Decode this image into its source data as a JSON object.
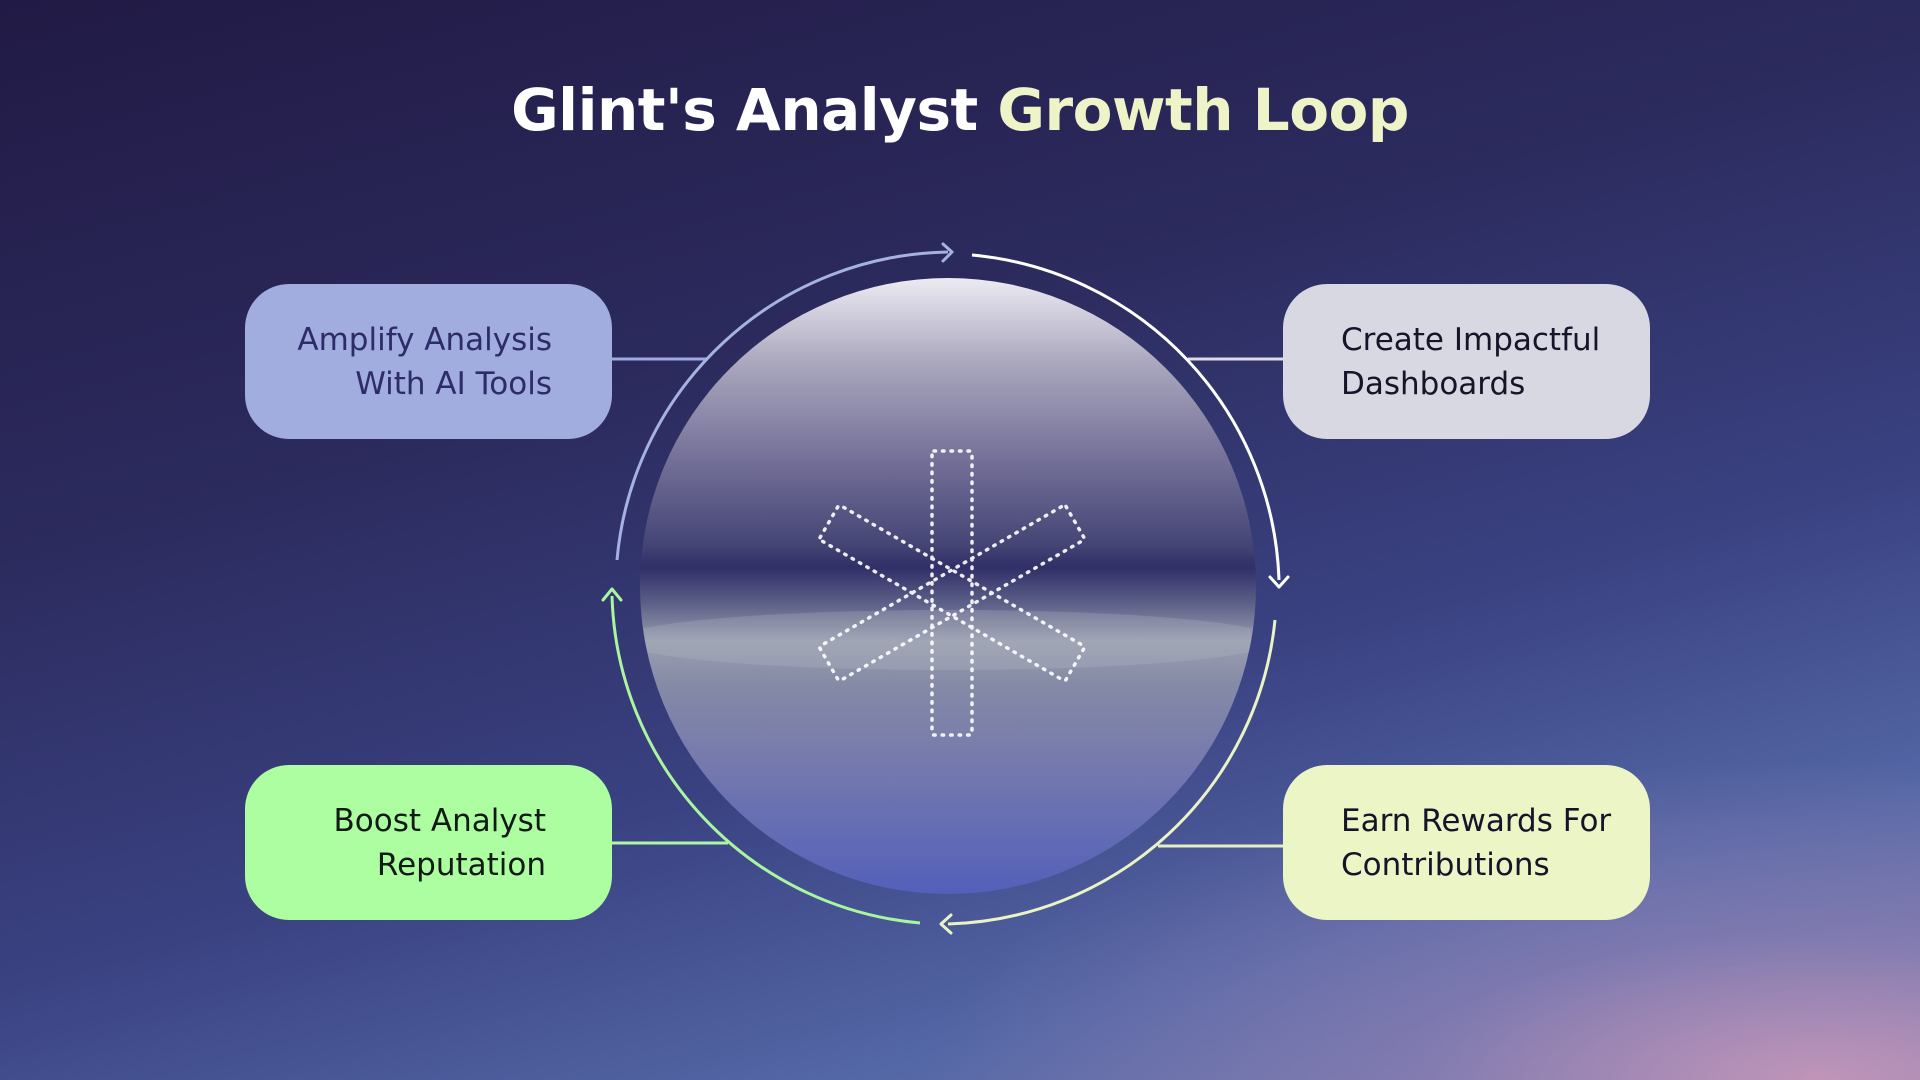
{
  "title": {
    "part1": "Glint's Analyst ",
    "part2": "Growth Loop"
  },
  "colors": {
    "accent_title": "#eef3c8",
    "amplify_card": "#a1addf",
    "create_card": "#d8d8e3",
    "boost_card": "#acfea1",
    "earn_card": "#ebf5c6"
  },
  "steps": [
    {
      "id": "amplify",
      "label": "Amplify Analysis With AI Tools"
    },
    {
      "id": "create",
      "label": "Create Impactful Dashboards"
    },
    {
      "id": "earn",
      "label": "Earn Rewards For Contributions"
    },
    {
      "id": "boost",
      "label": "Boost Analyst Reputation"
    }
  ],
  "center_icon": "dotted-asterisk-icon"
}
